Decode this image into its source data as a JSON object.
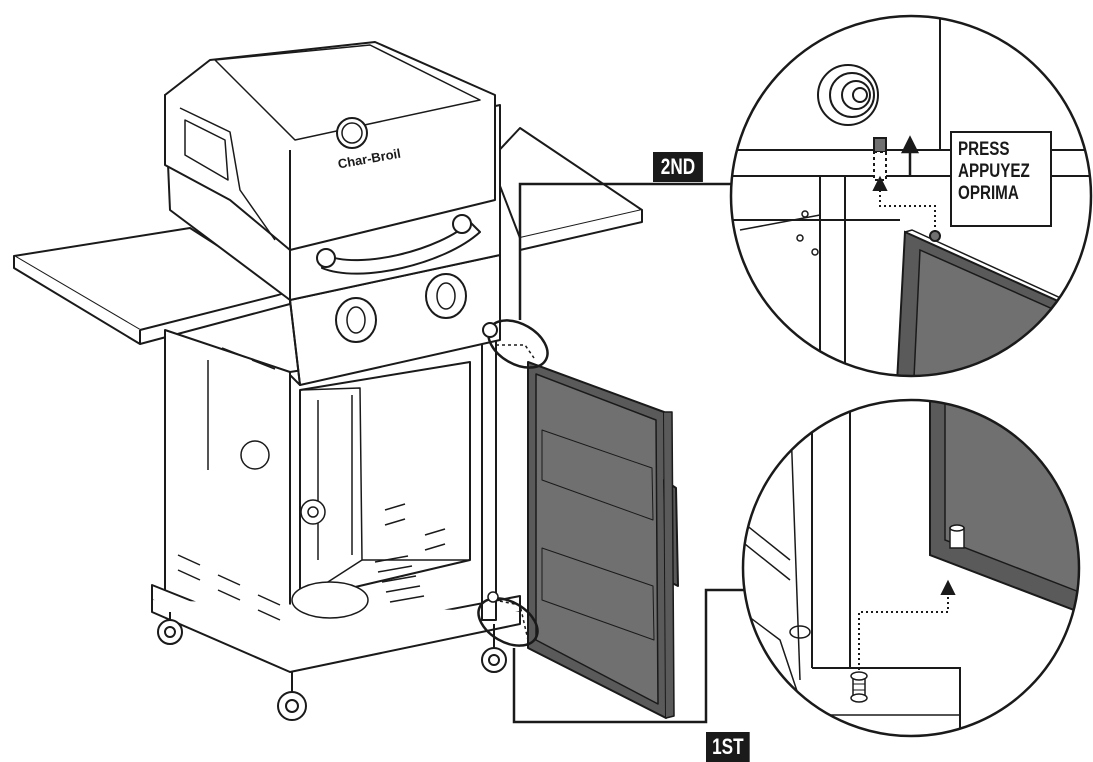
{
  "callouts": {
    "step_second": "2ND",
    "step_first": "1ST",
    "press_lines": [
      "PRESS",
      "APPUYEZ",
      "OPRIMA"
    ]
  },
  "logo_text": "Char-Broil",
  "colors": {
    "line": "#1a1a1a",
    "door_panel": "#707070",
    "door_frame": "#5a5a5a",
    "background": "#ffffff"
  },
  "icons": [
    "arrow-up-icon",
    "dotted-arrow-icon",
    "magnifier-circle"
  ]
}
